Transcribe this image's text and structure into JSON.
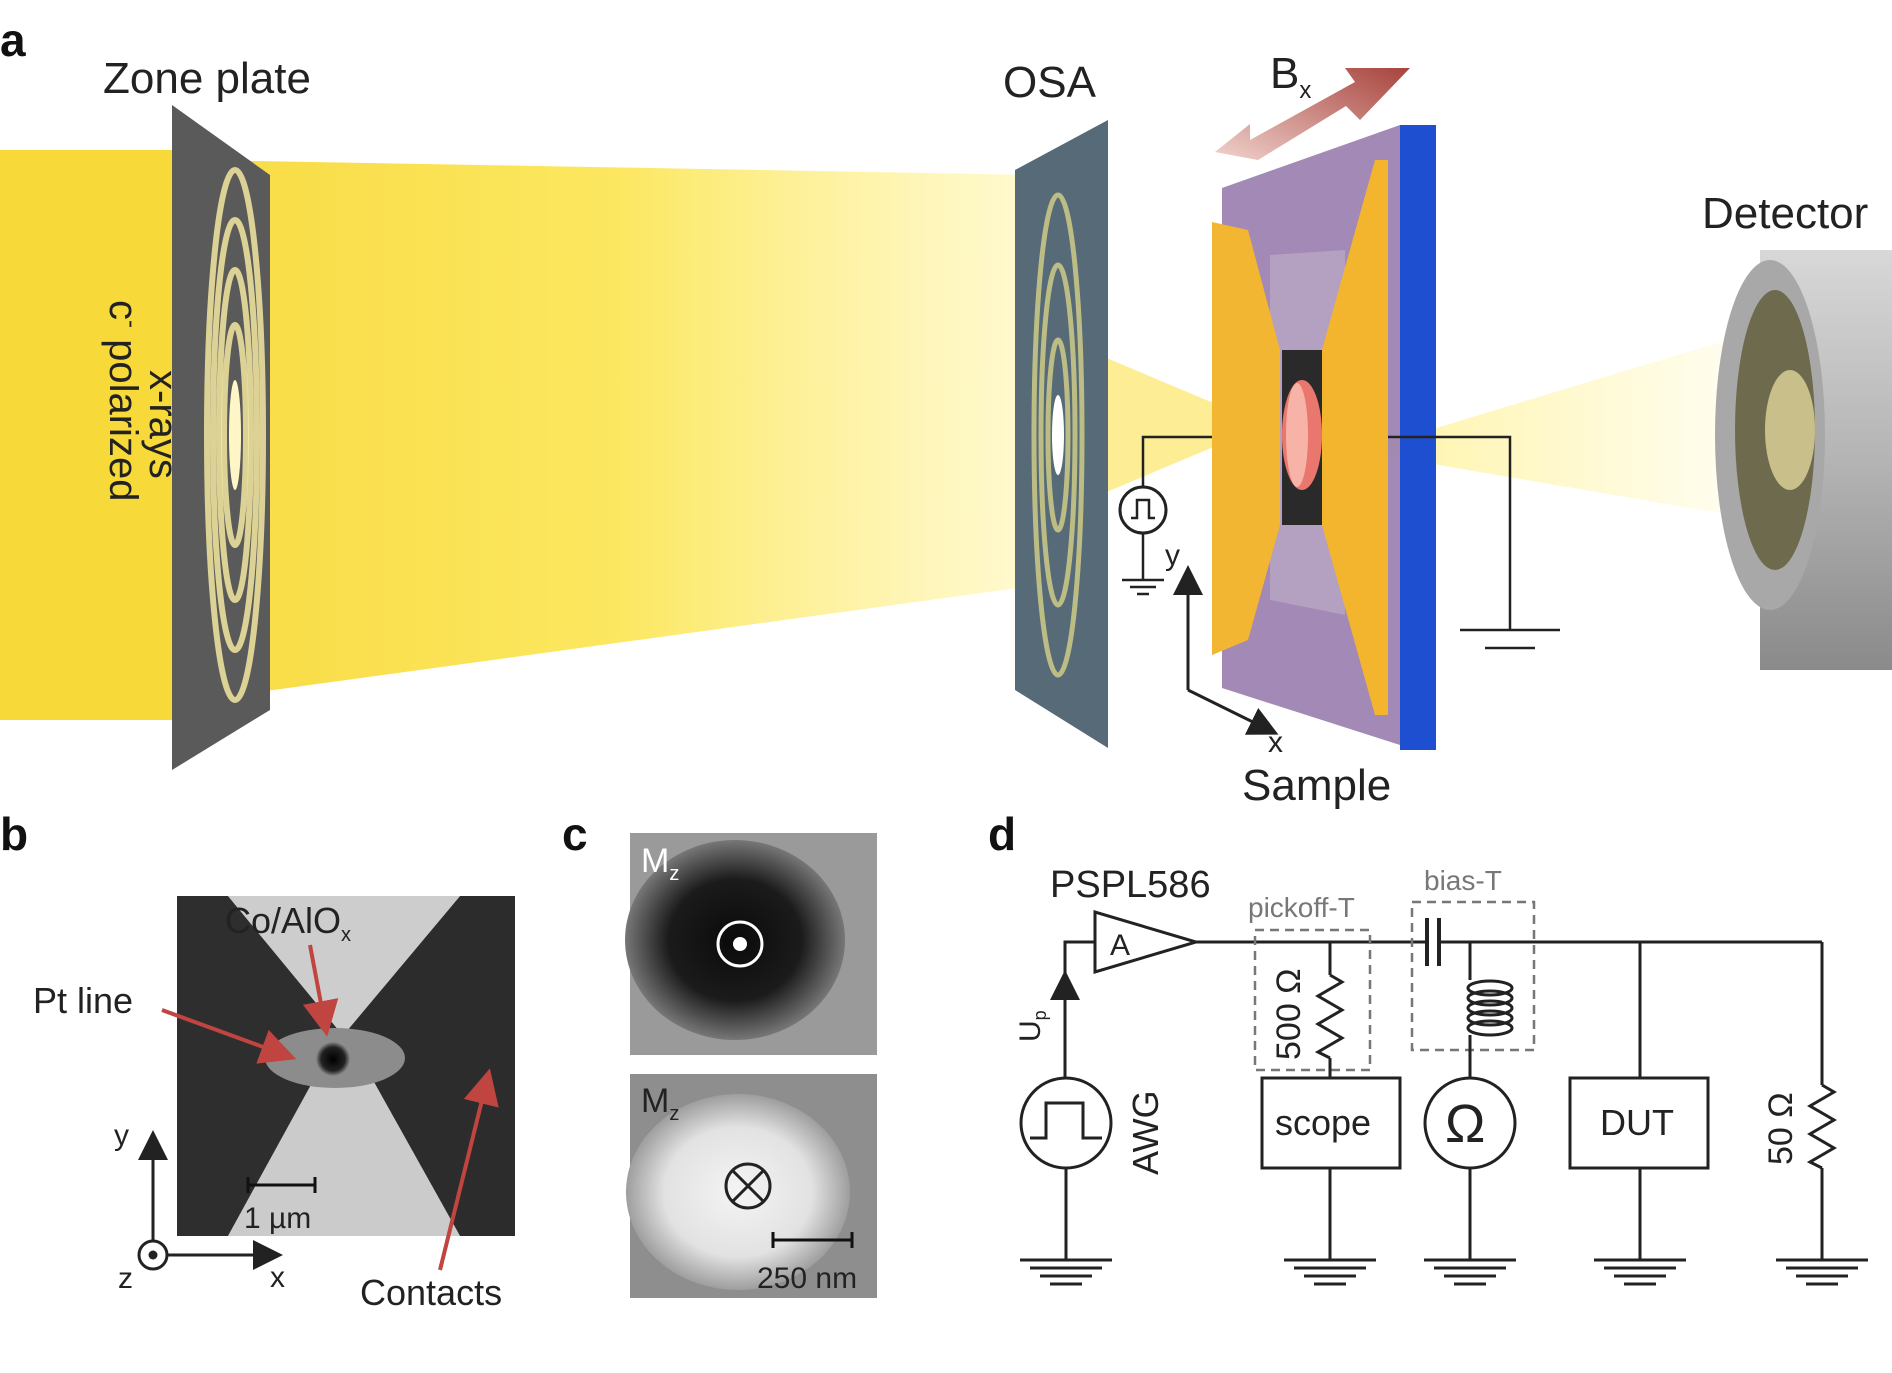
{
  "panels": {
    "a": "a",
    "b": "b",
    "c": "c",
    "d": "d"
  },
  "panel_a": {
    "zone_plate": "Zone plate",
    "osa": "OSA",
    "field_label": "B",
    "field_sub": "x",
    "detector": "Detector",
    "sample": "Sample",
    "xray_line1": "c",
    "xray_line1_sup": "-",
    "xray_line1_rest": " polarized",
    "xray_line2": "x-rays",
    "axis_y": "y",
    "axis_x": "x"
  },
  "panel_b": {
    "co_alox": "Co/AlO",
    "co_alox_sub": "x",
    "pt_line": "Pt line",
    "contacts": "Contacts",
    "scalebar": "1 µm",
    "axis_y": "y",
    "axis_x": "x",
    "axis_z": "z"
  },
  "panel_c": {
    "top_label": "M",
    "top_sub": "z",
    "bottom_label": "M",
    "bottom_sub": "z",
    "scalebar": "250 nm"
  },
  "panel_d": {
    "amplifier": "PSPL586",
    "amp_letter": "A",
    "pickoff": "pickoff-T",
    "bias": "bias-T",
    "r500": "500 Ω",
    "scope": "scope",
    "ohm": "Ω",
    "dut": "DUT",
    "r50": "50 Ω",
    "awg": "AWG",
    "up": "U",
    "up_sub": "p"
  },
  "colors": {
    "xray_yellow": "#f7dc3c",
    "sample_purple": "#9a7fb0",
    "contact_gold": "#f2b632",
    "substrate_blue": "#1e4fd0",
    "arrow_red": "#c0443f",
    "plate_gray": "#5a5a5a",
    "osa_slate": "#566a78"
  },
  "icons": {
    "pulse_source": "pulse-generator-icon",
    "ground": "ground-icon",
    "out_of_plane": "dot-in-circle-icon",
    "into_plane": "cross-in-circle-icon"
  }
}
